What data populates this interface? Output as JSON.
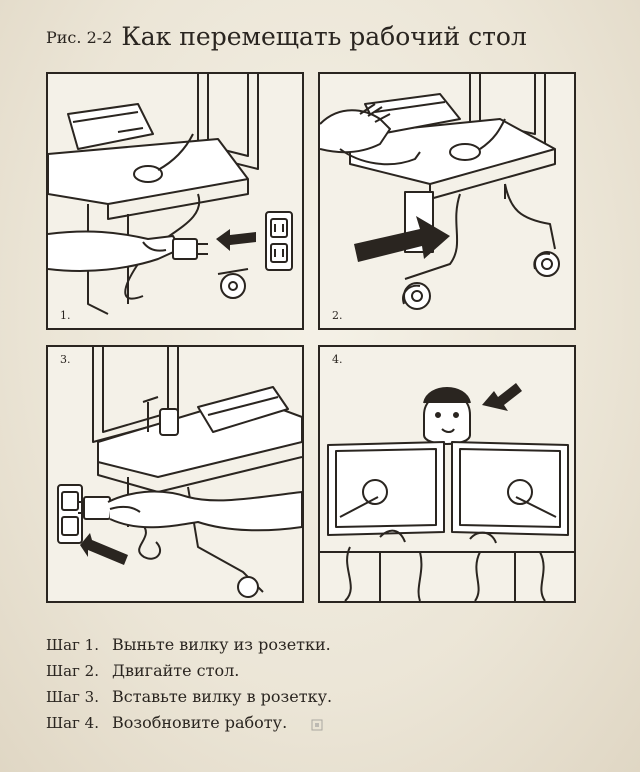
{
  "figure": {
    "fig_label": "Рис. 2-2",
    "title": "Как перемещать рабочий стол"
  },
  "panels": [
    {
      "number": "1."
    },
    {
      "number": "2."
    },
    {
      "number": "3."
    },
    {
      "number": "4."
    }
  ],
  "steps": [
    {
      "label": "Шаг 1.",
      "text": "Выньте вилку из розетки."
    },
    {
      "label": "Шаг 2.",
      "text": "Двигайте стол."
    },
    {
      "label": "Шаг 3.",
      "text": "Вставьте вилку в розетку."
    },
    {
      "label": "Шаг 4.",
      "text": "Возобновите работу."
    }
  ],
  "colors": {
    "background": "#efeadd",
    "ink": "#2a2520",
    "panel_fill": "#f4f1e8"
  },
  "icons": [
    "power-plug-icon",
    "wall-outlet-icon",
    "arrow-icon",
    "caster-wheel-icon"
  ]
}
